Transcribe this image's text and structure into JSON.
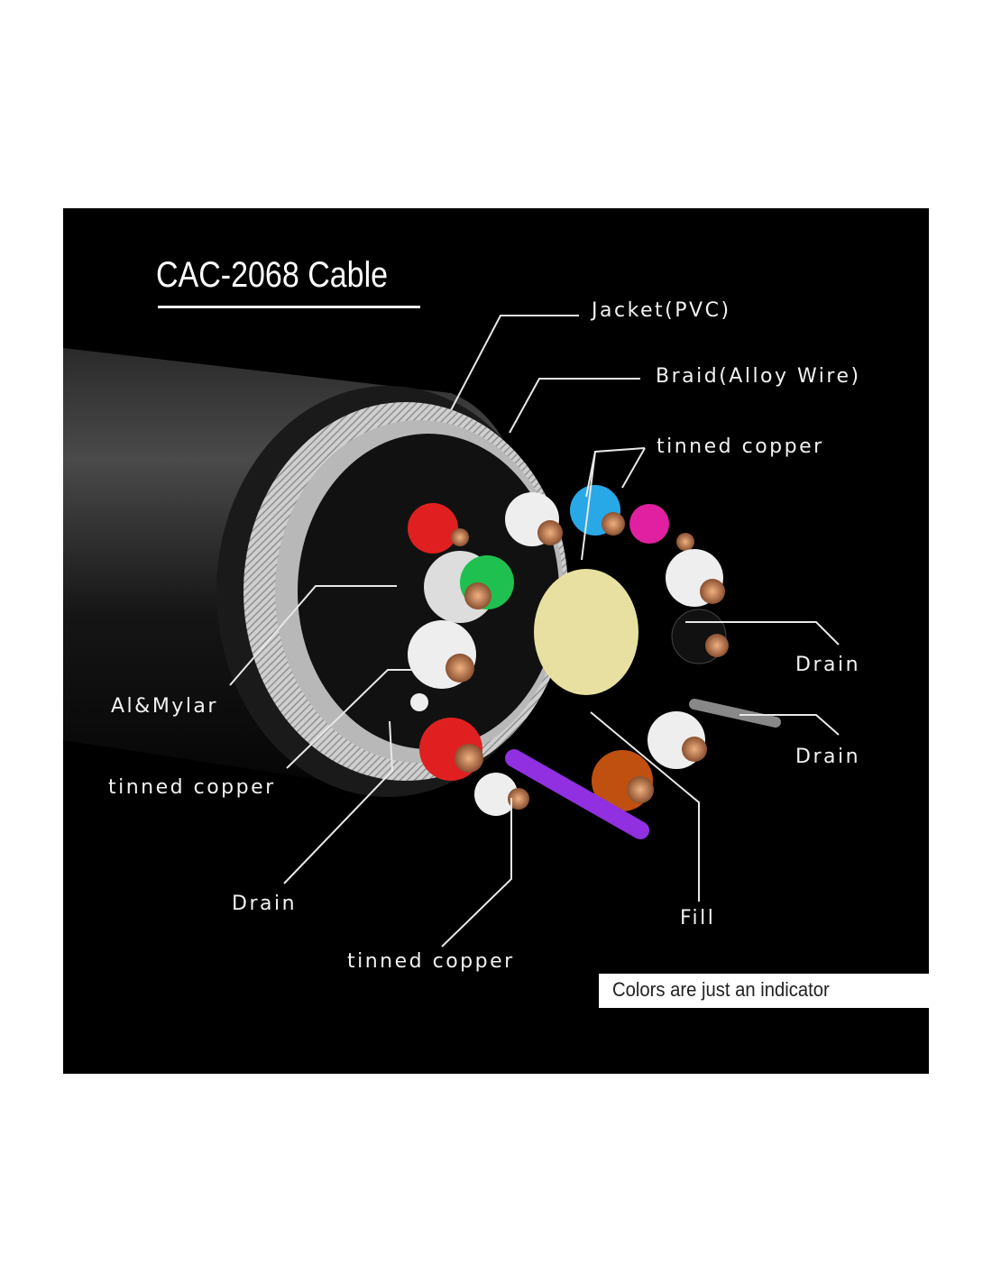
{
  "title": "CAC-2068 Cable",
  "labels": {
    "jacket": "Jacket(PVC)",
    "braid": "Braid(Alloy Wire)",
    "tinned_copper_top": "tinned copper",
    "drain_right_1": "Drain",
    "drain_right_2": "Drain",
    "al_mylar": "Al&Mylar",
    "tinned_copper_left": "tinned copper",
    "drain_left": "Drain",
    "tinned_copper_bottom": "tinned copper",
    "fill": "Fill"
  },
  "note": "Colors are just an indicator",
  "colors": {
    "background": "#000000",
    "braid": "#d8d8d8",
    "copper": "#c8875a",
    "fill": "#e8e0a0"
  }
}
